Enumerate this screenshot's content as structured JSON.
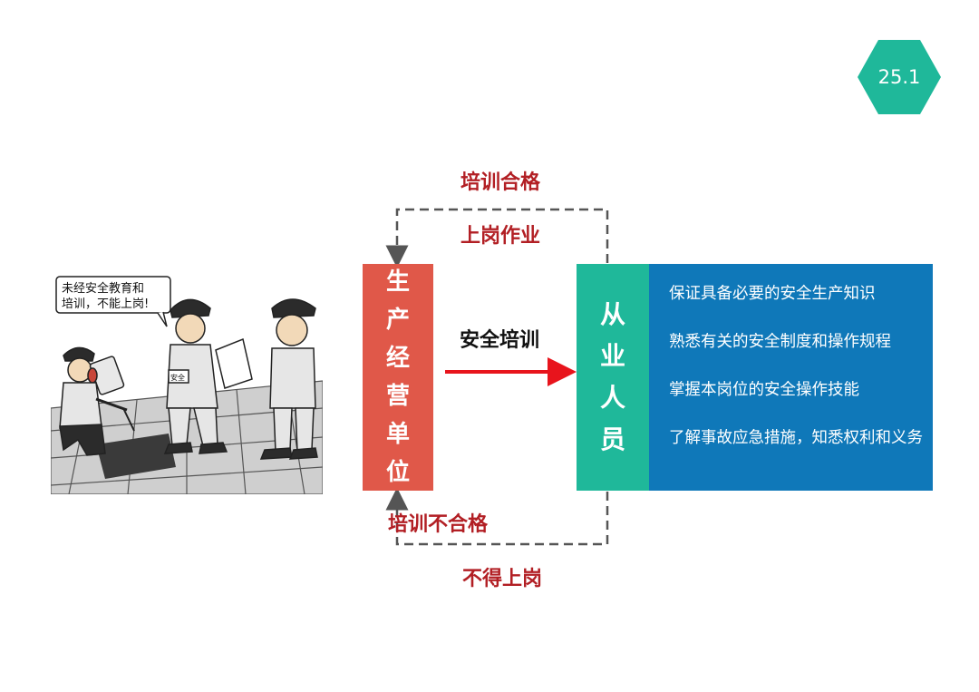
{
  "page_number": "25.1",
  "loop": {
    "top_label_1": "培训合格",
    "top_label_2": "上岗作业",
    "bottom_label_1": "培训不合格",
    "bottom_label_2": "不得上岗"
  },
  "left_box": {
    "chars": [
      "生",
      "产",
      "经",
      "营",
      "单",
      "位"
    ],
    "color": "#e05849"
  },
  "arrow_label": "安全培训",
  "person_box": {
    "chars": [
      "从",
      "业",
      "人",
      "员"
    ],
    "color": "#1fb89a"
  },
  "requirements": [
    "保证具备必要的安全生产知识",
    "熟悉有关的安全制度和操作规程",
    "掌握本岗位的安全操作技能",
    "了解事故应急措施，知悉权利和义务"
  ],
  "requirements_color": "#0f78b9",
  "cartoon": {
    "bubble_line_1": "未经安全教育和",
    "bubble_line_2": "培训，不能上岗!",
    "armband": "安全"
  }
}
